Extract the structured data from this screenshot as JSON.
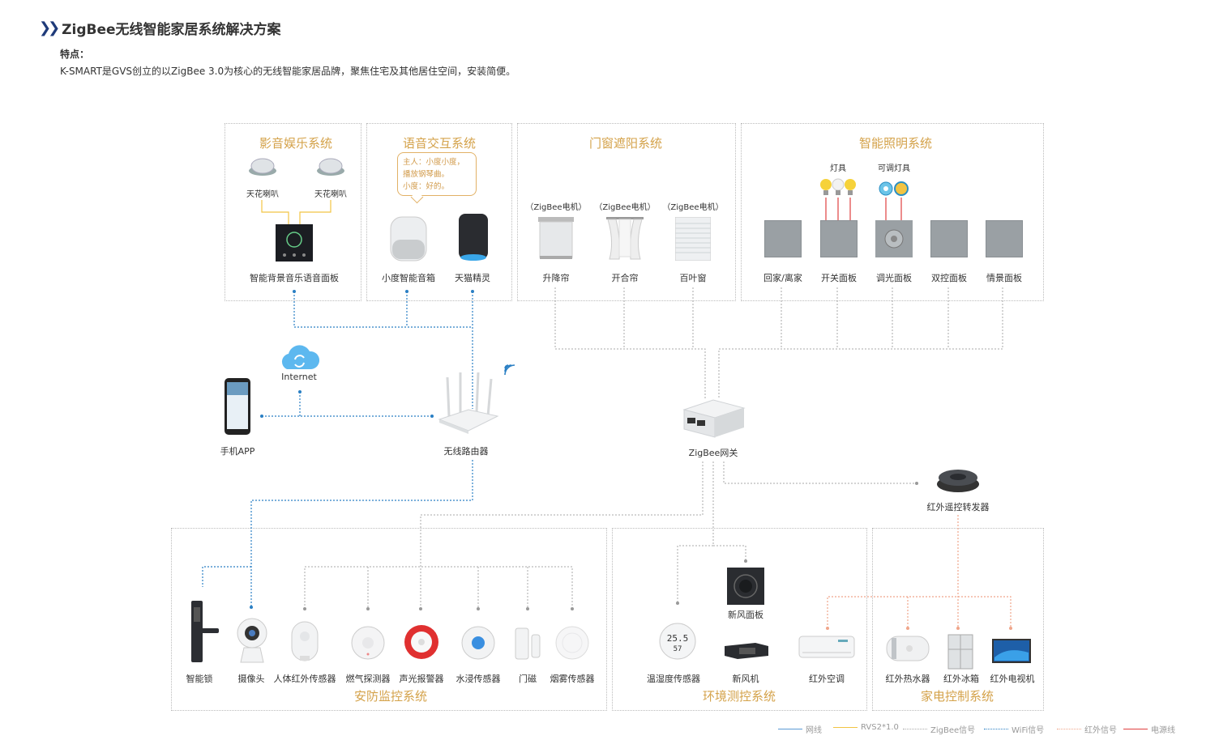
{
  "header": {
    "title": "ZigBee无线智能家居系统解决方案"
  },
  "features": {
    "heading": "特点：",
    "description": "K-SMART是GVS创立的以ZigBee 3.0为核心的无线智能家居品牌，聚焦住宅及其他居住空间，安装简便。"
  },
  "sections": {
    "av": "影音娱乐系统",
    "voice": "语音交互系统",
    "curtain": "门窗遮阳系统",
    "lighting": "智能照明系统",
    "security": "安防监控系统",
    "env": "环境测控系统",
    "appliance": "家电控制系统"
  },
  "av": {
    "speaker1": "天花喇叭",
    "speaker2": "天花喇叭",
    "panel": "智能背景音乐语音面板"
  },
  "voice": {
    "bubble": [
      "主人：小度小度，",
      "播放钢琴曲。",
      "小度：好的。"
    ],
    "speaker_xiaodu": "小度智能音箱",
    "speaker_tmall": "天猫精灵"
  },
  "curtain": {
    "motor_label": "（ZigBee电机）",
    "items": [
      "升降帘",
      "开合帘",
      "百叶窗"
    ]
  },
  "lighting": {
    "lamp_label": "灯具",
    "dimmable_label": "可调灯具",
    "items": [
      "回家/离家",
      "开关面板",
      "调光面板",
      "双控面板",
      "情景面板"
    ]
  },
  "network": {
    "internet": "Internet",
    "phone_app": "手机APP",
    "router": "无线路由器",
    "gateway": "ZigBee网关",
    "ir_hub": "红外遥控转发器"
  },
  "security": {
    "items": [
      "智能锁",
      "摄像头",
      "人体红外传感器",
      "燃气探测器",
      "声光报警器",
      "水浸传感器",
      "门磁",
      "烟雾传感器"
    ]
  },
  "env": {
    "fresh_air_panel": "新风面板",
    "items": [
      "温湿度传感器",
      "新风机",
      "红外空调"
    ]
  },
  "appliance": {
    "items": [
      "红外热水器",
      "红外冰箱",
      "红外电视机"
    ]
  },
  "legend": [
    {
      "label": "网线",
      "color": "#5b9bd5",
      "style": "solid"
    },
    {
      "label": "RVS2*1.0",
      "color": "#f2c443",
      "style": "solid"
    },
    {
      "label": "ZigBee信号",
      "color": "#aaaaaa",
      "style": "dotted"
    },
    {
      "label": "WiFi信号",
      "color": "#2a7fc4",
      "style": "dotted"
    },
    {
      "label": "红外信号",
      "color": "#f0a58a",
      "style": "dotted"
    },
    {
      "label": "电源线",
      "color": "#e04040",
      "style": "solid"
    }
  ]
}
